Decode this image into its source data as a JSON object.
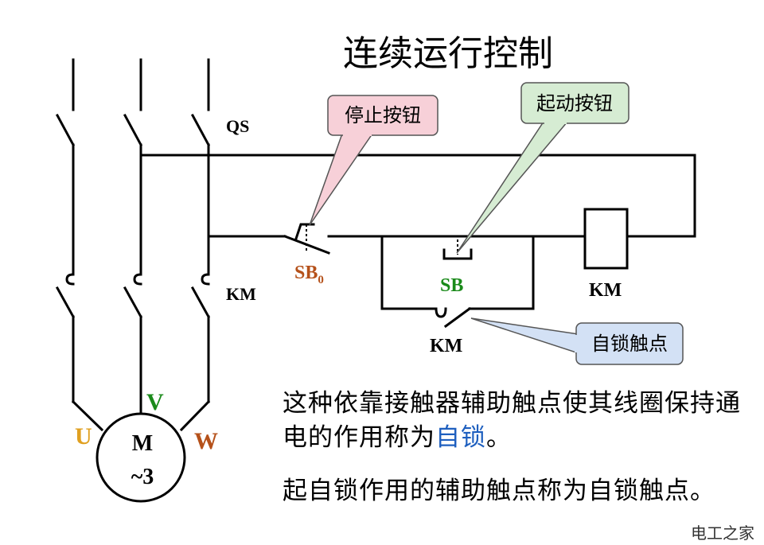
{
  "title": "连续运行控制",
  "labels": {
    "qs": "QS",
    "km_main": "KM",
    "sb0_base": "SB",
    "sb0_sub": "0",
    "sb": "SB",
    "km_coil": "KM",
    "km_aux": "KM",
    "u": "U",
    "v": "V",
    "w": "W",
    "motor_m": "M",
    "motor_phase": "~3"
  },
  "callouts": {
    "stop": "停止按钮",
    "start": "起动按钮",
    "self_lock": "自锁触点"
  },
  "text": {
    "p1_part1": "这种依靠接触器辅助触点使其线圈保持通电的作用称为",
    "p1_highlight": "自锁",
    "p1_end": "。",
    "p2": "起自锁作用的辅助触点称为自锁触点。"
  },
  "watermark": "电工之家",
  "colors": {
    "stop_fill": "#f7d0d8",
    "start_fill": "#d6ecd3",
    "selflock_fill": "#d3e1f5",
    "u_color": "#e0a020",
    "v_color": "#1a8a1a",
    "w_color": "#b5511a",
    "sb0_color": "#b5511a",
    "sb_color": "#1a8a1a",
    "highlight": "#1e5fbf"
  }
}
